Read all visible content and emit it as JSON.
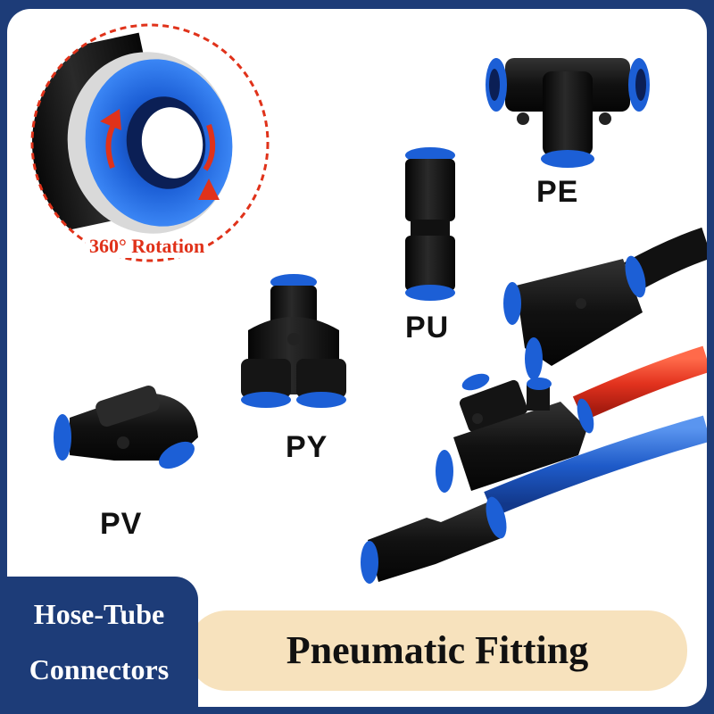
{
  "rotation_caption": "360° Rotation",
  "fittings": {
    "pe": "PE",
    "pu": "PU",
    "py": "PY",
    "pv": "PV"
  },
  "badge": {
    "line1": "Hose-Tube",
    "line2": "Connectors"
  },
  "banner": {
    "title": "Pneumatic Fitting"
  },
  "colors": {
    "frame": "#1d3c78",
    "banner": "#f7e2bd",
    "fitting_body": "#161616",
    "collet_blue": "#1c5fd6",
    "tube_red": "#e2321e",
    "tube_blue": "#1e5ac8",
    "rotation_accent": "#e0321a"
  }
}
